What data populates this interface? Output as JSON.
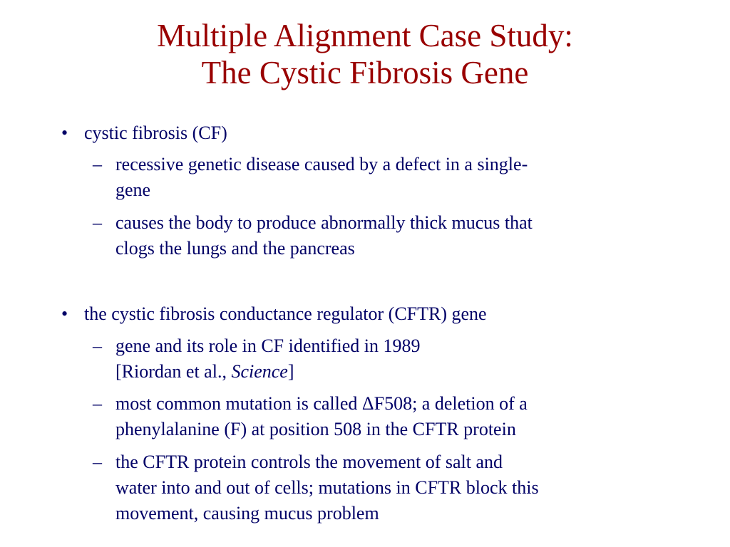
{
  "slide": {
    "title_line1": "Multiple Alignment Case Study:",
    "title_line2": "The Cystic Fibrosis Gene",
    "bullet_marker": "•",
    "dash_marker": "–",
    "section1": {
      "heading": "cystic fibrosis (CF)",
      "items": [
        {
          "line1": "recessive genetic disease caused by a defect in a single-",
          "line2": "gene"
        },
        {
          "line1": "causes the body to produce abnormally thick mucus that",
          "line2": "clogs the lungs and the pancreas"
        }
      ]
    },
    "section2": {
      "heading": "the cystic fibrosis conductance regulator (CFTR) gene",
      "item1": {
        "line1": "gene and its role in CF identified in 1989",
        "line2_prefix": "[Riordan  et al., ",
        "line2_journal": "Science",
        "line2_suffix": "]"
      },
      "item2": {
        "line1": "most common mutation is called ΔF508; a deletion of a",
        "line2": "phenylalanine (F) at position 508 in the CFTR protein"
      },
      "item3": {
        "line1": "the CFTR protein  controls the movement of salt and",
        "line2": "water into and out of cells; mutations in CFTR block this",
        "line3": "movement, causing mucus problem"
      }
    }
  }
}
